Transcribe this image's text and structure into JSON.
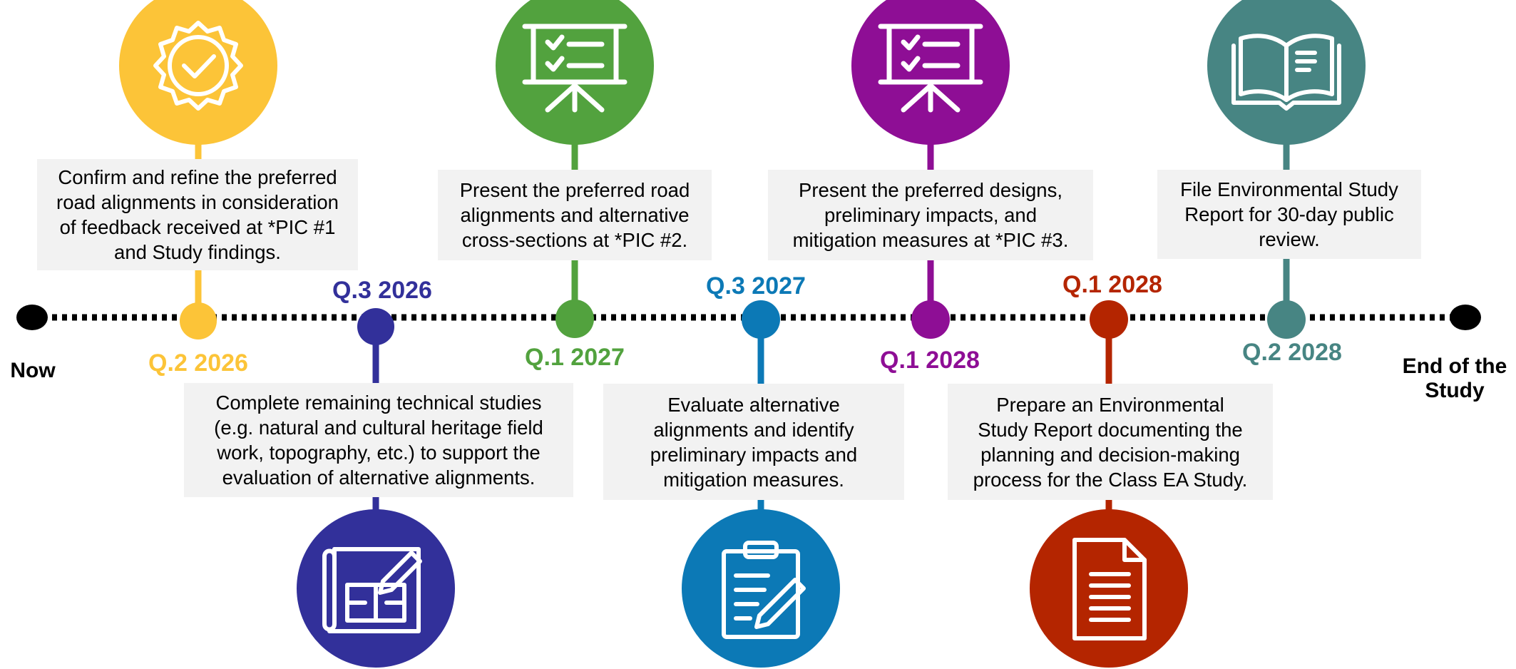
{
  "colors": {
    "q2_2026": "#fcc438",
    "q3_2026": "#32309a",
    "q1_2027": "#52a23e",
    "q3_2027": "#0c79b6",
    "q1_2028_purple": "#8e0e95",
    "q1_2028_red": "#b42500",
    "q2_2028": "#478583",
    "line": "#000000",
    "box_bg": "#f2f2f2"
  },
  "ends": {
    "start": "Now",
    "end": "End of the\nStudy"
  },
  "milestones": [
    {
      "date": "Q.2 2026",
      "icon": "badge-check-icon",
      "description": "Confirm and refine the preferred\nroad alignments in consideration\nof feedback received at *PIC #1\nand Study findings."
    },
    {
      "date": "Q.3 2026",
      "icon": "blueprint-pencil-icon",
      "description": "Complete remaining technical studies\n(e.g. natural and cultural heritage field\nwork, topography, etc.) to support the\nevaluation of alternative alignments."
    },
    {
      "date": "Q.1 2027",
      "icon": "presentation-board-icon",
      "description": "Present the preferred road\nalignments and alternative\ncross-sections at *PIC #2."
    },
    {
      "date": "Q.3 2027",
      "icon": "clipboard-pencil-icon",
      "description": "Evaluate alternative\nalignments and identify\npreliminary impacts and\nmitigation measures."
    },
    {
      "date": "Q.1 2028",
      "icon": "presentation-board-icon",
      "description": "Present the preferred designs,\npreliminary impacts, and\nmitigation measures at *PIC #3."
    },
    {
      "date": "Q.1 2028",
      "icon": "document-icon",
      "description": "Prepare an Environmental\nStudy Report documenting the\nplanning and decision-making\nprocess for the Class EA Study."
    },
    {
      "date": "Q.2 2028",
      "icon": "open-book-icon",
      "description": "File Environmental Study\nReport for 30-day public\nreview."
    }
  ]
}
